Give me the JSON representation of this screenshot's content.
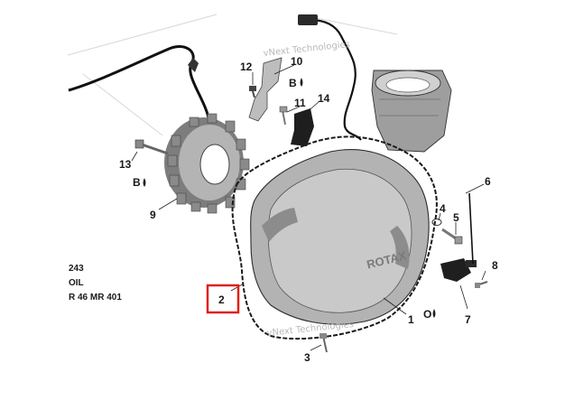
{
  "diagram": {
    "callouts": [
      {
        "id": "c1",
        "label": "1"
      },
      {
        "id": "c2",
        "label": "2"
      },
      {
        "id": "c3",
        "label": "3"
      },
      {
        "id": "c4",
        "label": "4"
      },
      {
        "id": "c5",
        "label": "5"
      },
      {
        "id": "c6",
        "label": "6"
      },
      {
        "id": "c7",
        "label": "7"
      },
      {
        "id": "c8",
        "label": "8"
      },
      {
        "id": "c9",
        "label": "9"
      },
      {
        "id": "c10",
        "label": "10"
      },
      {
        "id": "c11",
        "label": "11"
      },
      {
        "id": "c12",
        "label": "12"
      },
      {
        "id": "c13",
        "label": "13"
      },
      {
        "id": "c14",
        "label": "14"
      }
    ],
    "symbols": {
      "b_drop_1": "B",
      "b_drop_2": "B",
      "o_drop": "O"
    },
    "left_notes": [
      "243",
      "OIL",
      "R 46 MR 401"
    ],
    "cover_brand": "ROTAX",
    "watermark": "vNext Technologies",
    "highlight": {
      "target": "2",
      "color": "#e0201a"
    }
  },
  "colors": {
    "part_fill": "#b5b5b5",
    "part_dark": "#6e6e6e",
    "line": "#1a1a1a"
  }
}
